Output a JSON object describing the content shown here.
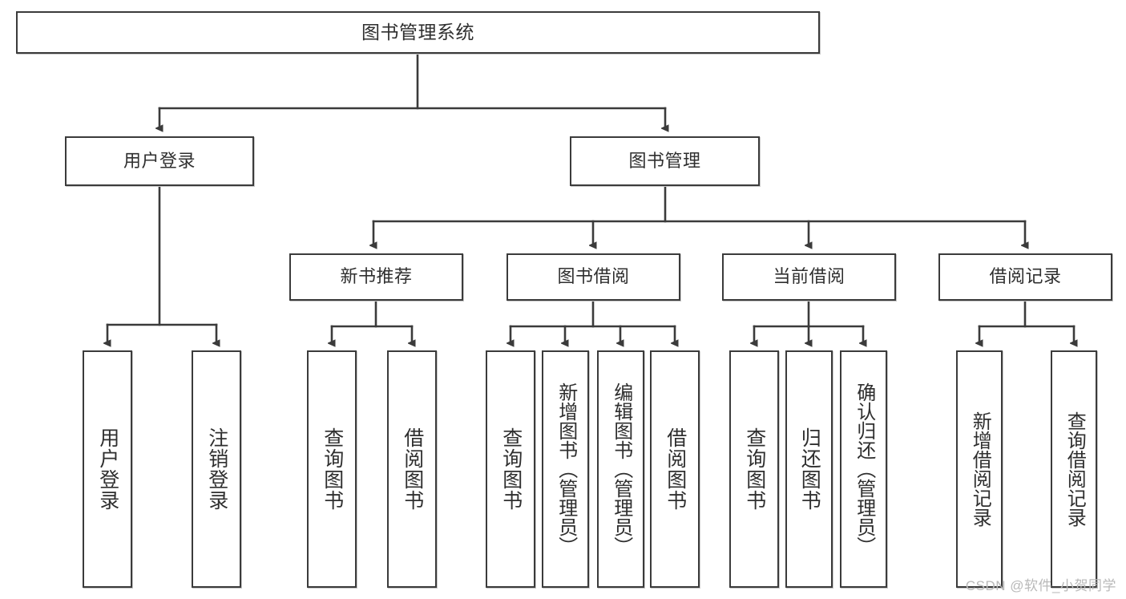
{
  "diagram": {
    "title": "图书管理系统",
    "type": "hierarchy-tree",
    "watermark": "CSDN @软件_小贺同学",
    "colors": {
      "stroke": "#3b3b3b",
      "fill": "#ffffff",
      "text": "#2f2f2f",
      "watermark": "#b9b9b9"
    },
    "levels": {
      "root": {
        "label": "图书管理系统"
      },
      "level2": [
        {
          "id": "user-login",
          "label": "用户登录"
        },
        {
          "id": "book-management",
          "label": "图书管理"
        }
      ],
      "level3": [
        {
          "id": "new-book-recommend",
          "label": "新书推荐",
          "parent": "book-management"
        },
        {
          "id": "book-borrow",
          "label": "图书借阅",
          "parent": "book-management"
        },
        {
          "id": "current-borrow",
          "label": "当前借阅",
          "parent": "book-management"
        },
        {
          "id": "borrow-record",
          "label": "借阅记录",
          "parent": "book-management"
        }
      ],
      "leaves": [
        {
          "id": "leaf-user-login",
          "label": "用户登录",
          "parent": "user-login"
        },
        {
          "id": "leaf-user-logout",
          "label": "注销登录",
          "parent": "user-login"
        },
        {
          "id": "leaf-query-book-1",
          "label": "查询图书",
          "parent": "new-book-recommend"
        },
        {
          "id": "leaf-borrow-book-1",
          "label": "借阅图书",
          "parent": "new-book-recommend"
        },
        {
          "id": "leaf-query-book-2",
          "label": "查询图书",
          "parent": "book-borrow"
        },
        {
          "id": "leaf-add-book",
          "label": "新增图书（管理员）",
          "parent": "book-borrow"
        },
        {
          "id": "leaf-edit-book",
          "label": "编辑图书（管理员）",
          "parent": "book-borrow"
        },
        {
          "id": "leaf-borrow-book-2",
          "label": "借阅图书",
          "parent": "book-borrow"
        },
        {
          "id": "leaf-query-book-3",
          "label": "查询图书",
          "parent": "current-borrow"
        },
        {
          "id": "leaf-return-book",
          "label": "归还图书",
          "parent": "current-borrow"
        },
        {
          "id": "leaf-confirm-return",
          "label": "确认归还（管理员）",
          "parent": "current-borrow"
        },
        {
          "id": "leaf-add-record",
          "label": "新增借阅记录",
          "parent": "borrow-record"
        },
        {
          "id": "leaf-query-record",
          "label": "查询借阅记录",
          "parent": "borrow-record"
        }
      ]
    }
  }
}
